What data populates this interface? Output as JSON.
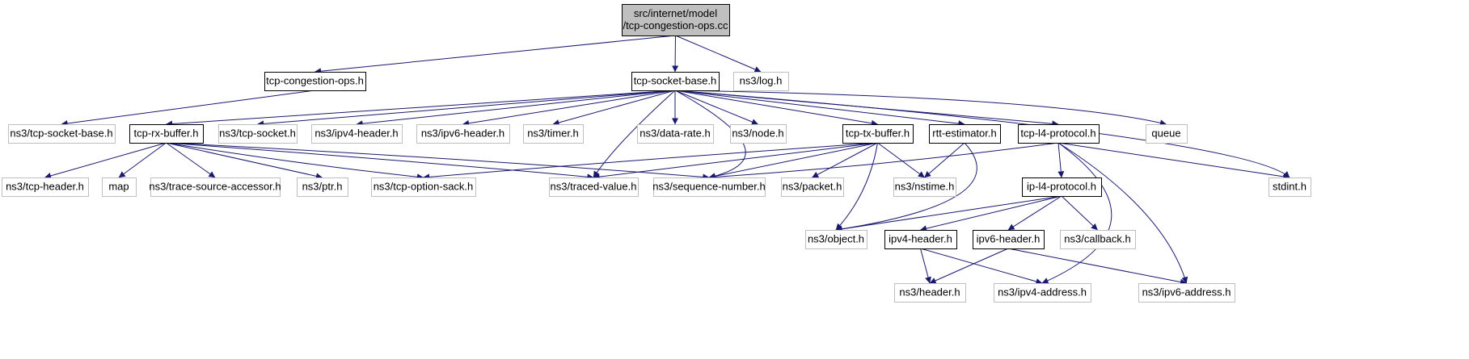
{
  "diagram": {
    "title_lines": [
      "src/internet/model",
      "/tcp-congestion-ops.cc"
    ],
    "colors": {
      "edge": "#191970",
      "root_fill": "#bfbfbf",
      "node_border": "#000000",
      "external_border": "#bfbfbf",
      "text": "#000000"
    },
    "nodes": [
      {
        "id": "root",
        "label": "src/internet/model\n/tcp-congestion-ops.cc",
        "kind": "root"
      },
      {
        "id": "tcp_congestion_ops_h",
        "label": "tcp-congestion-ops.h",
        "kind": "file"
      },
      {
        "id": "tcp_socket_base_h",
        "label": "tcp-socket-base.h",
        "kind": "file"
      },
      {
        "id": "ns3_log_h",
        "label": "ns3/log.h",
        "kind": "external"
      },
      {
        "id": "ns3_tcp_socket_base_h",
        "label": "ns3/tcp-socket-base.h",
        "kind": "external"
      },
      {
        "id": "tcp_rx_buffer_h",
        "label": "tcp-rx-buffer.h",
        "kind": "file"
      },
      {
        "id": "ns3_tcp_socket_h",
        "label": "ns3/tcp-socket.h",
        "kind": "external"
      },
      {
        "id": "ns3_ipv4_header_h",
        "label": "ns3/ipv4-header.h",
        "kind": "external"
      },
      {
        "id": "ns3_ipv6_header_h",
        "label": "ns3/ipv6-header.h",
        "kind": "external"
      },
      {
        "id": "ns3_timer_h",
        "label": "ns3/timer.h",
        "kind": "external"
      },
      {
        "id": "ns3_data_rate_h",
        "label": "ns3/data-rate.h",
        "kind": "external"
      },
      {
        "id": "ns3_node_h",
        "label": "ns3/node.h",
        "kind": "external"
      },
      {
        "id": "tcp_tx_buffer_h",
        "label": "tcp-tx-buffer.h",
        "kind": "file"
      },
      {
        "id": "rtt_estimator_h",
        "label": "rtt-estimator.h",
        "kind": "file"
      },
      {
        "id": "tcp_l4_protocol_h",
        "label": "tcp-l4-protocol.h",
        "kind": "file"
      },
      {
        "id": "queue",
        "label": "queue",
        "kind": "external"
      },
      {
        "id": "stdint_h",
        "label": "stdint.h",
        "kind": "external"
      },
      {
        "id": "ns3_tcp_header_h",
        "label": "ns3/tcp-header.h",
        "kind": "external"
      },
      {
        "id": "map",
        "label": "map",
        "kind": "external"
      },
      {
        "id": "ns3_trace_source_accessor_h",
        "label": "ns3/trace-source-accessor.h",
        "kind": "external"
      },
      {
        "id": "ns3_ptr_h",
        "label": "ns3/ptr.h",
        "kind": "external"
      },
      {
        "id": "ns3_tcp_option_sack_h",
        "label": "ns3/tcp-option-sack.h",
        "kind": "external"
      },
      {
        "id": "ns3_traced_value_h",
        "label": "ns3/traced-value.h",
        "kind": "external"
      },
      {
        "id": "ns3_sequence_number_h",
        "label": "ns3/sequence-number.h",
        "kind": "external"
      },
      {
        "id": "ns3_packet_h",
        "label": "ns3/packet.h",
        "kind": "external"
      },
      {
        "id": "ns3_nstime_h",
        "label": "ns3/nstime.h",
        "kind": "external"
      },
      {
        "id": "ip_l4_protocol_h",
        "label": "ip-l4-protocol.h",
        "kind": "file"
      },
      {
        "id": "ns3_object_h",
        "label": "ns3/object.h",
        "kind": "external"
      },
      {
        "id": "ipv4_header_h",
        "label": "ipv4-header.h",
        "kind": "file"
      },
      {
        "id": "ipv6_header_h",
        "label": "ipv6-header.h",
        "kind": "file"
      },
      {
        "id": "ns3_callback_h",
        "label": "ns3/callback.h",
        "kind": "external"
      },
      {
        "id": "ns3_header_h",
        "label": "ns3/header.h",
        "kind": "external"
      },
      {
        "id": "ns3_ipv4_address_h",
        "label": "ns3/ipv4-address.h",
        "kind": "external"
      },
      {
        "id": "ns3_ipv6_address_h",
        "label": "ns3/ipv6-address.h",
        "kind": "external"
      }
    ],
    "edges": [
      [
        "root",
        "tcp_congestion_ops_h"
      ],
      [
        "root",
        "tcp_socket_base_h"
      ],
      [
        "root",
        "ns3_log_h"
      ],
      [
        "tcp_congestion_ops_h",
        "ns3_tcp_socket_base_h"
      ],
      [
        "tcp_socket_base_h",
        "tcp_rx_buffer_h"
      ],
      [
        "tcp_socket_base_h",
        "ns3_tcp_socket_h"
      ],
      [
        "tcp_socket_base_h",
        "ns3_ipv4_header_h"
      ],
      [
        "tcp_socket_base_h",
        "ns3_ipv6_header_h"
      ],
      [
        "tcp_socket_base_h",
        "ns3_timer_h"
      ],
      [
        "tcp_socket_base_h",
        "ns3_data_rate_h"
      ],
      [
        "tcp_socket_base_h",
        "ns3_node_h"
      ],
      [
        "tcp_socket_base_h",
        "tcp_tx_buffer_h"
      ],
      [
        "tcp_socket_base_h",
        "rtt_estimator_h"
      ],
      [
        "tcp_socket_base_h",
        "tcp_l4_protocol_h"
      ],
      [
        "tcp_socket_base_h",
        "queue"
      ],
      [
        "tcp_socket_base_h",
        "stdint_h"
      ],
      [
        "tcp_socket_base_h",
        "ns3_traced_value_h"
      ],
      [
        "tcp_socket_base_h",
        "ns3_sequence_number_h"
      ],
      [
        "tcp_rx_buffer_h",
        "ns3_tcp_header_h"
      ],
      [
        "tcp_rx_buffer_h",
        "map"
      ],
      [
        "tcp_rx_buffer_h",
        "ns3_trace_source_accessor_h"
      ],
      [
        "tcp_rx_buffer_h",
        "ns3_ptr_h"
      ],
      [
        "tcp_rx_buffer_h",
        "ns3_tcp_option_sack_h"
      ],
      [
        "tcp_rx_buffer_h",
        "ns3_traced_value_h"
      ],
      [
        "tcp_rx_buffer_h",
        "ns3_sequence_number_h"
      ],
      [
        "tcp_tx_buffer_h",
        "ns3_tcp_option_sack_h"
      ],
      [
        "tcp_tx_buffer_h",
        "ns3_traced_value_h"
      ],
      [
        "tcp_tx_buffer_h",
        "ns3_sequence_number_h"
      ],
      [
        "tcp_tx_buffer_h",
        "ns3_packet_h"
      ],
      [
        "tcp_tx_buffer_h",
        "ns3_nstime_h"
      ],
      [
        "tcp_tx_buffer_h",
        "ns3_object_h"
      ],
      [
        "rtt_estimator_h",
        "ns3_nstime_h"
      ],
      [
        "rtt_estimator_h",
        "ns3_object_h"
      ],
      [
        "tcp_l4_protocol_h",
        "ns3_sequence_number_h"
      ],
      [
        "tcp_l4_protocol_h",
        "ip_l4_protocol_h"
      ],
      [
        "tcp_l4_protocol_h",
        "stdint_h"
      ],
      [
        "tcp_l4_protocol_h",
        "ns3_ipv4_address_h"
      ],
      [
        "tcp_l4_protocol_h",
        "ns3_ipv6_address_h"
      ],
      [
        "ip_l4_protocol_h",
        "ns3_object_h"
      ],
      [
        "ip_l4_protocol_h",
        "ipv4_header_h"
      ],
      [
        "ip_l4_protocol_h",
        "ipv6_header_h"
      ],
      [
        "ip_l4_protocol_h",
        "ns3_callback_h"
      ],
      [
        "ipv4_header_h",
        "ns3_header_h"
      ],
      [
        "ipv4_header_h",
        "ns3_ipv4_address_h"
      ],
      [
        "ipv6_header_h",
        "ns3_header_h"
      ],
      [
        "ipv6_header_h",
        "ns3_ipv6_address_h"
      ]
    ]
  }
}
